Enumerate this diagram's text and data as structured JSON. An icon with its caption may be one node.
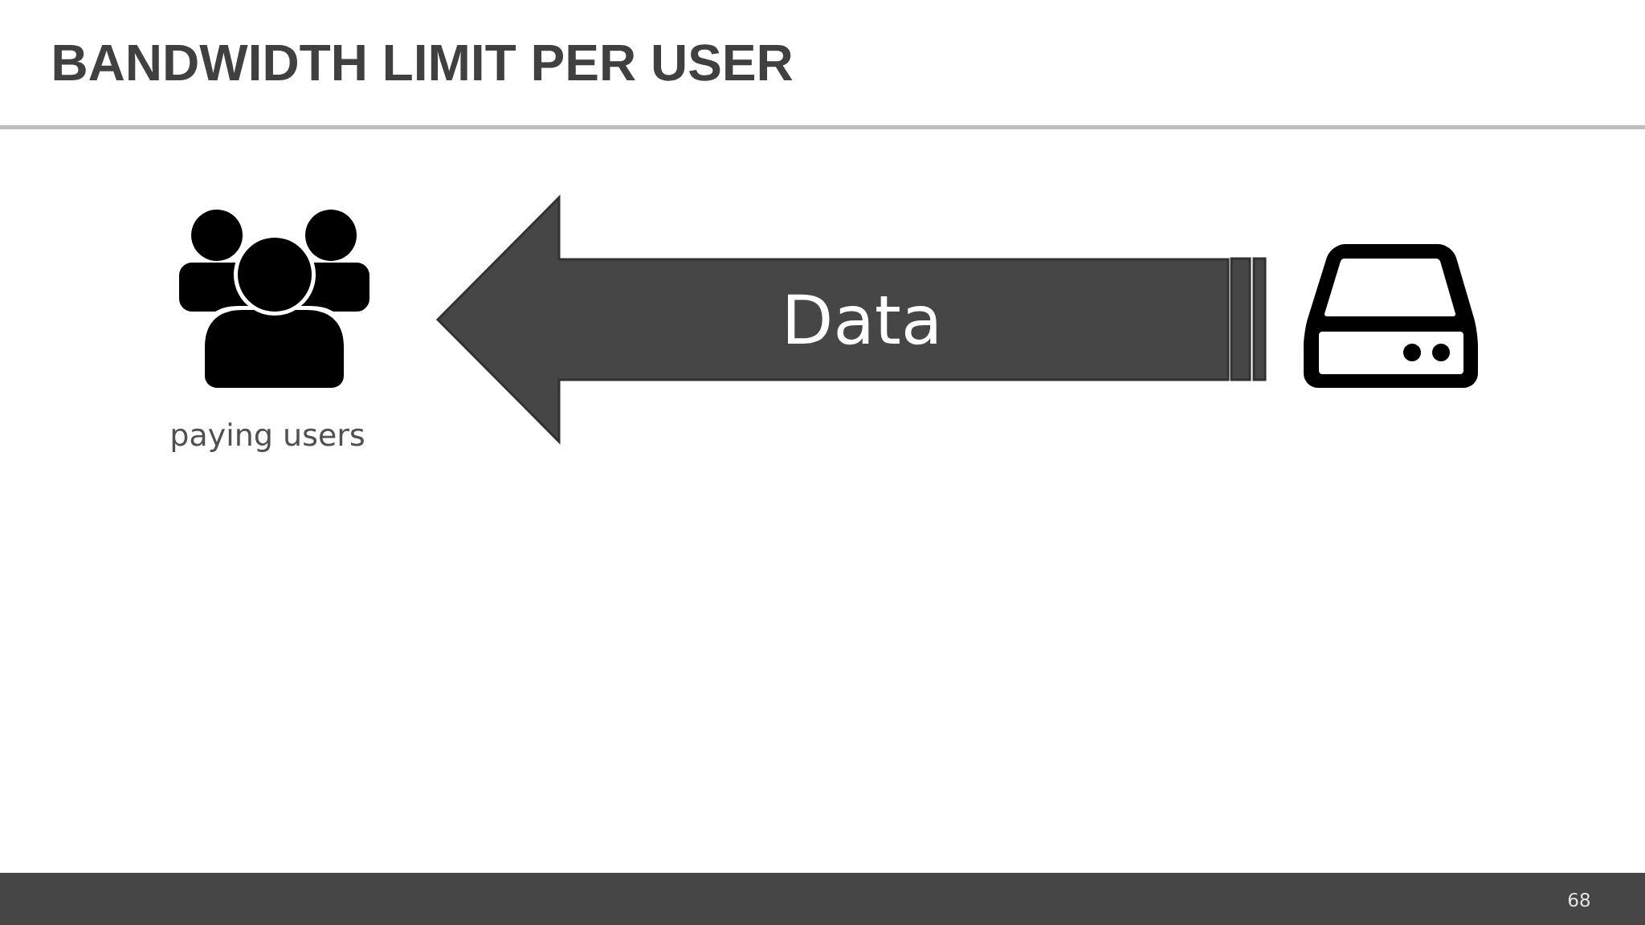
{
  "diagram": {
    "title": "BANDWIDTH LIMIT PER USER",
    "nodes": [
      {
        "text": [],
        "shape": "person",
        "beside": [
          "paying users"
        ]
      },
      {
        "text": [],
        "shape": "picture"
      }
    ],
    "edges": [
      {
        "from": 1,
        "to": 0,
        "arrow": "to",
        "label": "Data",
        "style": "thick"
      }
    ],
    "labels": [
      "68"
    ]
  }
}
